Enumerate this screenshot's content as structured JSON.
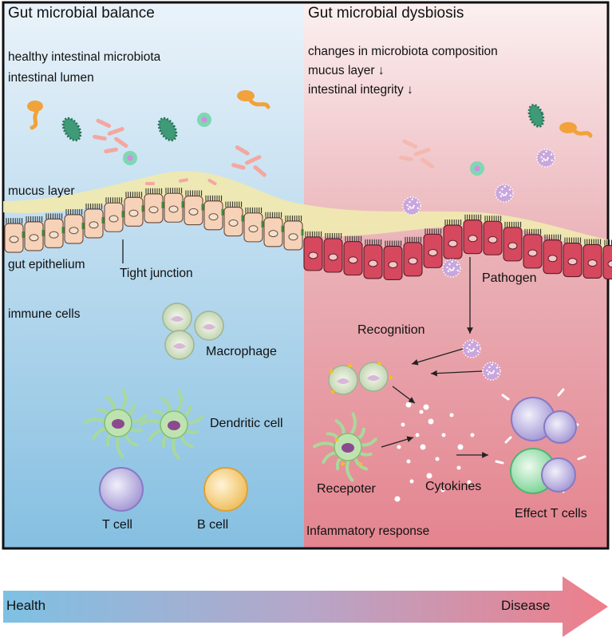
{
  "left_panel": {
    "title": "Gut microbial balance",
    "lines": [
      "healthy intestinal microbiota",
      "intestinal lumen"
    ],
    "mucus_label": "mucus layer",
    "epithelium_label": "gut epithelium",
    "tight_junction_label": "Tight junction",
    "immune_label": "immune cells",
    "macrophage_label": "Macrophage",
    "dendritic_label": "Dendritic cell",
    "tcell_label": "T cell",
    "bcell_label": "B cell"
  },
  "right_panel": {
    "title": "Gut microbial dysbiosis",
    "lines": [
      "changes in microbiota composition",
      "mucus layer ↓",
      "intestinal integrity ↓"
    ],
    "pathogen_label": "Pathogen",
    "recognition_label": "Recognition",
    "receptor_label": "Recepoter",
    "cytokines_label": "Cytokines",
    "effect_tcells_label": "Effect T cells",
    "response_label": "Infammatory response"
  },
  "arrow": {
    "start_label": "Health",
    "end_label": "Disease",
    "start_color": "#7fc0e0",
    "end_color": "#ec7f8c"
  },
  "colors": {
    "healthy_top": "#e8f2f9",
    "healthy_bottom": "#8cc3e2",
    "disease_top": "#fbeeee",
    "disease_bottom": "#e58c96",
    "mucus": "#efe9b6",
    "healthy_cell": "#f6d2b8",
    "disease_cell": "#d6485e",
    "pathogen": "#c9a6dd"
  }
}
